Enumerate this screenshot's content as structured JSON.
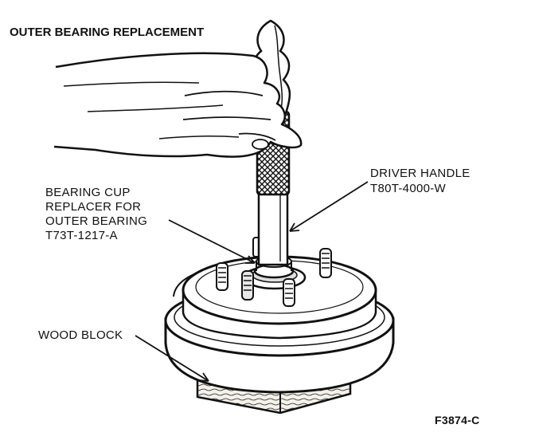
{
  "title": "OUTER BEARING REPLACEMENT",
  "callouts": {
    "bearing_cup_replacer": "BEARING CUP\nREPLACER FOR\nOUTER BEARING\nT73T-1217-A",
    "driver_handle": "DRIVER HANDLE\nT80T-4000-W",
    "wood_block": "WOOD BLOCK"
  },
  "figure_id": "F3874-C"
}
